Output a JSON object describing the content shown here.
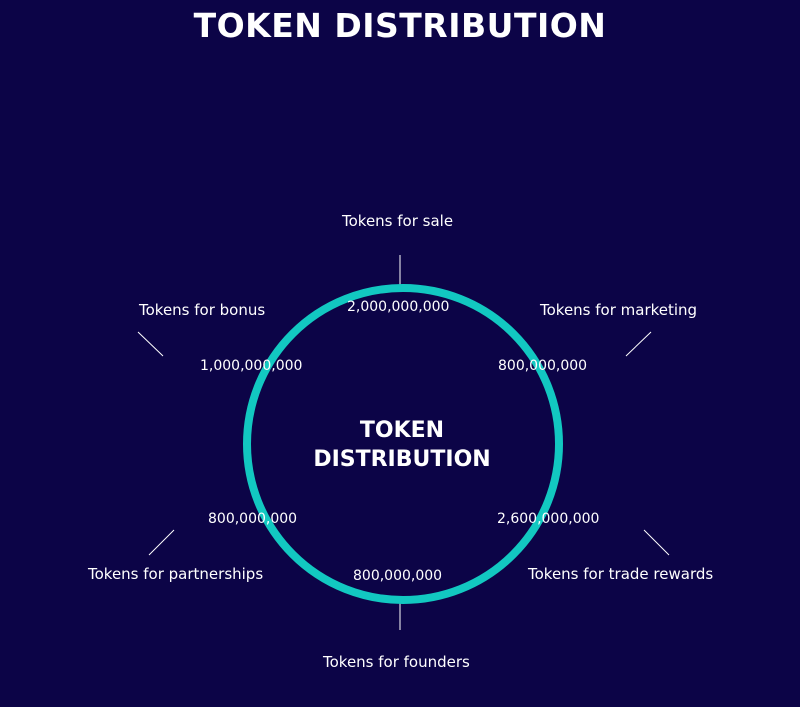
{
  "title": "TOKEN DISTRIBUTION",
  "center": {
    "line1": "TOKEN",
    "line2": "DISTRIBUTION"
  },
  "colors": {
    "background": "#0c0447",
    "ring": "#12c8c1",
    "text": "#ffffff"
  },
  "segments": [
    {
      "label": "Tokens for sale",
      "value": "2,000,000,000"
    },
    {
      "label": "Tokens for marketing",
      "value": "800,000,000"
    },
    {
      "label": "Tokens for trade rewards",
      "value": "2,600,000,000"
    },
    {
      "label": "Tokens for founders",
      "value": "800,000,000"
    },
    {
      "label": "Tokens for partnerships",
      "value": "800,000,000"
    },
    {
      "label": "Tokens for bonus",
      "value": "1,000,000,000"
    }
  ]
}
